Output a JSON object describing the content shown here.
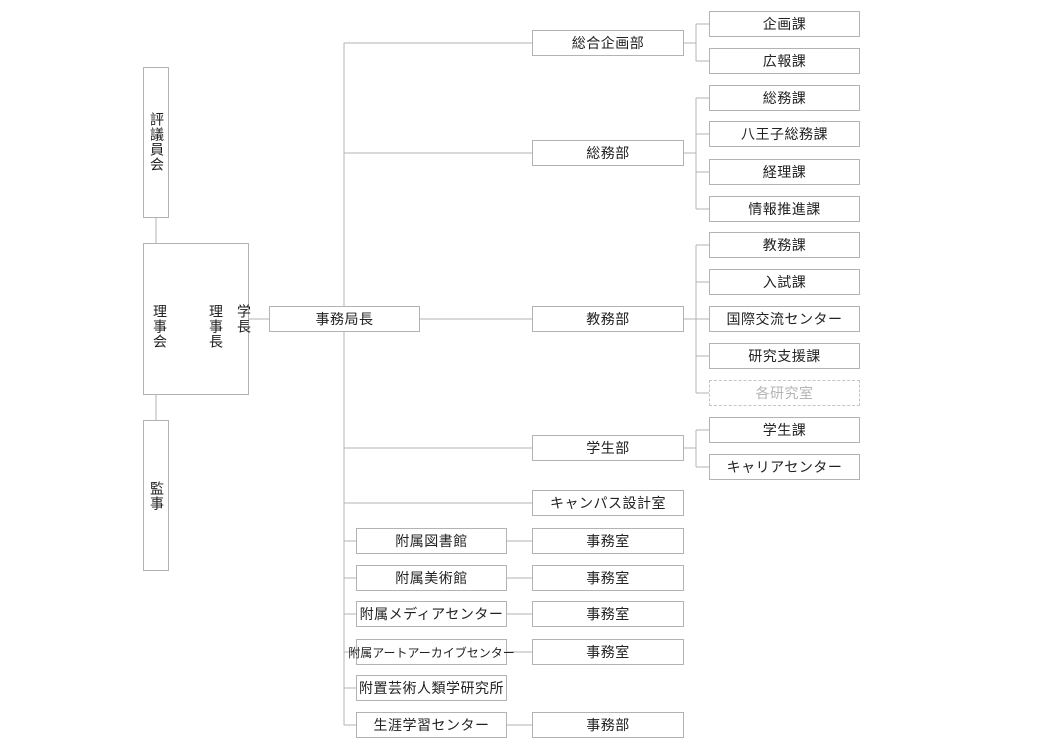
{
  "council": "評議員会",
  "board": "理事会",
  "chairman": "理事長",
  "president": "学長",
  "auditor": "監事",
  "secretary_general": "事務局長",
  "departments": {
    "planning": {
      "name": "総合企画部",
      "sections": [
        "企画課",
        "広報課"
      ]
    },
    "general": {
      "name": "総務部",
      "sections": [
        "総務課",
        "八王子総務課",
        "経理課",
        "情報推進課"
      ]
    },
    "academic": {
      "name": "教務部",
      "sections": [
        "教務課",
        "入試課",
        "国際交流センター",
        "研究支援課"
      ],
      "dashed_section": "各研究室"
    },
    "student": {
      "name": "学生部",
      "sections": [
        "学生課",
        "キャリアセンター"
      ]
    }
  },
  "campus_design": "キャンパス設計室",
  "facilities": [
    {
      "name": "附属図書館",
      "office": "事務室"
    },
    {
      "name": "附属美術館",
      "office": "事務室"
    },
    {
      "name": "附属メディアセンター",
      "office": "事務室"
    },
    {
      "name": "附属アートアーカイブセンター",
      "office": "事務室"
    },
    {
      "name": "附置芸術人類学研究所",
      "office": ""
    },
    {
      "name": "生涯学習センター",
      "office": "事務部"
    }
  ]
}
